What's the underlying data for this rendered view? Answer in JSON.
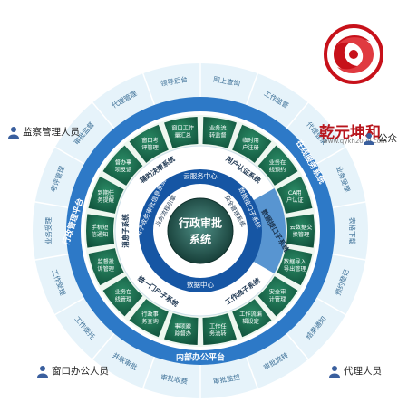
{
  "center": {
    "line1": "行政审批",
    "line2": "系统"
  },
  "core_labels": {
    "top": "云服务中心",
    "bottom": "数据中心",
    "left": "电子政务审批信息系统",
    "right": "数据接口子系统",
    "right_inner": "安全管理系统",
    "left_inner": "业务流程引擎"
  },
  "subsystems": {
    "top_left": "辅助决策系统",
    "top_right": "用户认证系统",
    "left": "消息子系统",
    "bottom_left": "统一门户子系统",
    "bottom_right": "工作流子系统",
    "right": "数据接口子系统"
  },
  "inner_cells": [
    "业务流转监督",
    "临时用户注册",
    "业务在线预约",
    "CA用户认证",
    "云数据交换管理",
    "数据导入导出管理",
    "安全审计管理",
    "工作流编辑设定",
    "工作任务流转",
    "事项跟踪督办",
    "行政事务查询",
    "业务在线管理",
    "监督投诉管理",
    "手机短信通知",
    "到期任务提醒",
    "督办事项反馈",
    "窗口考评管理",
    "窗口工作量汇总"
  ],
  "outer_ring_labels": [
    "网上查询",
    "工作监督",
    "代理登录",
    "业务受理",
    "表格下载",
    "预约登记",
    "结果通知",
    "审批流转",
    "审批监控",
    "审批收费",
    "并联审批",
    "工作委托",
    "工作受理",
    "业务受理",
    "考评管理",
    "审批监督",
    "代理管理",
    "领导后台"
  ],
  "platform_labels": {
    "left": "行政管理平台",
    "right": "在线服务系统",
    "bottom": "内部办公平台"
  },
  "people": {
    "top_left": "监察管理人员",
    "top_right": "公众",
    "bottom_left": "窗口办公人员",
    "bottom_right": "代理人员"
  },
  "logo": {
    "name": "乾元坤和",
    "url": "www.qykh2009.com"
  },
  "colors": {
    "outer_ring": "#e6f3fa",
    "band": "#2d79c7",
    "inner_ring": "#eef7f0",
    "cell": "#16664b",
    "core_dark": "#1656a4",
    "center": "#1f5f56",
    "logo_red": "#c7111a"
  }
}
